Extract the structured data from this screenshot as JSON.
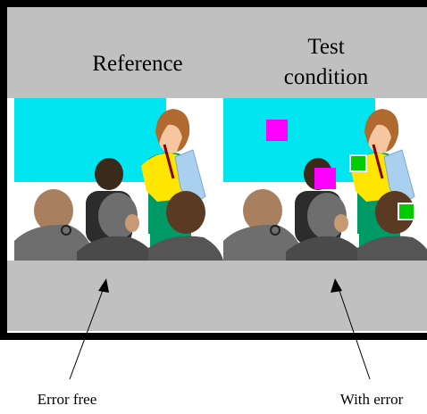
{
  "panels": {
    "left_title": "Reference",
    "right_title_line1": "Test",
    "right_title_line2": "condition"
  },
  "captions": {
    "left": "Error free",
    "right": "With error"
  },
  "colors": {
    "frame": "#000000",
    "band": "#c0c0c0",
    "screen_bg": "#00e5ef",
    "error_magenta": "#ff00ff",
    "error_green": "#00cc00"
  },
  "icons": {
    "scene": "presenter-with-audience-clipart",
    "error_marks": "artifact-squares"
  }
}
